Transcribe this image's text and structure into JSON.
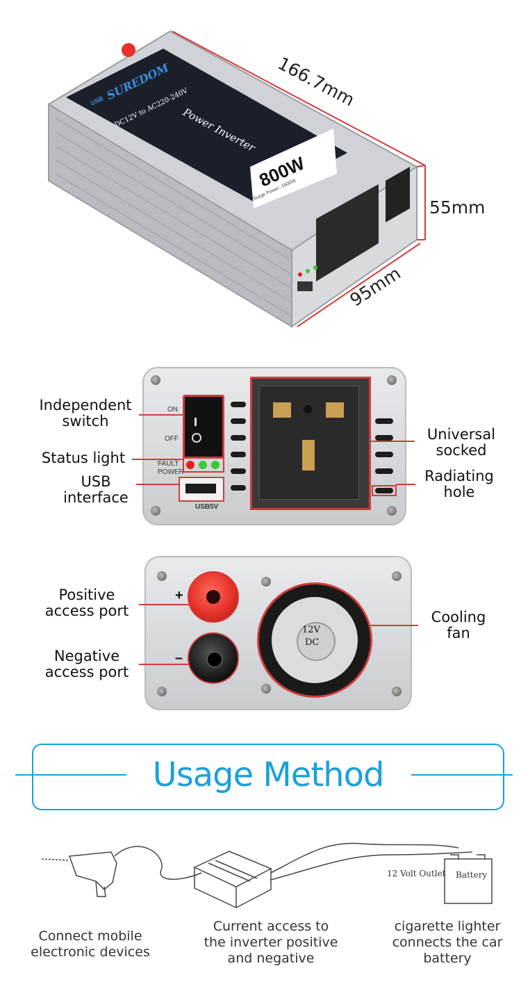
{
  "product": {
    "brand": "SUREDOM",
    "model_text": "DC12V to AC220-240V",
    "name": "Power Inverter",
    "power": "800W",
    "surge": "Surge Power: 1600W",
    "usb_badge": "USB"
  },
  "dimensions": {
    "length": "166.7mm",
    "height": "55mm",
    "width": "95mm"
  },
  "front_panel": {
    "switch_on": "ON",
    "switch_off": "OFF",
    "fault_label": "FAULT",
    "power_label": "POWER",
    "usb_label": "USB5V",
    "callouts": {
      "switch_line1": "Independent",
      "switch_line2": "switch",
      "status": "Status  light",
      "usb_line1": "USB",
      "usb_line2": "interface",
      "socket_line1": "Universal",
      "socket_line2": "socked",
      "hole_line1": "Radiating",
      "hole_line2": "hole"
    }
  },
  "back_panel": {
    "plus_sign": "+",
    "minus_sign": "–",
    "fan_line1": "12V",
    "fan_line2": "DC",
    "callouts": {
      "positive_line1": "Positive",
      "positive_line2": "access  port",
      "negative_line1": "Negative",
      "negative_line2": "access  port",
      "fan_line1": "Cooling",
      "fan_line2": "fan"
    }
  },
  "usage": {
    "title": "Usage Method",
    "outlet_label": "12 Volt Outlet",
    "battery_label": "Battery",
    "captions": {
      "left_line1": "Connect mobile",
      "left_line2": "electronic devices",
      "mid_line1": "Current access to",
      "mid_line2": "the inverter positive",
      "mid_line3": "and negative",
      "right_line1": "cigarette lighter",
      "right_line2": "connects the car",
      "right_line3": "battery"
    }
  },
  "colors": {
    "accent_blue": "#1aa0dd",
    "callout_red": "#d23b3b",
    "terminal_red": "#e5322a",
    "led_red": "#e02020",
    "led_green": "#33cc33"
  }
}
